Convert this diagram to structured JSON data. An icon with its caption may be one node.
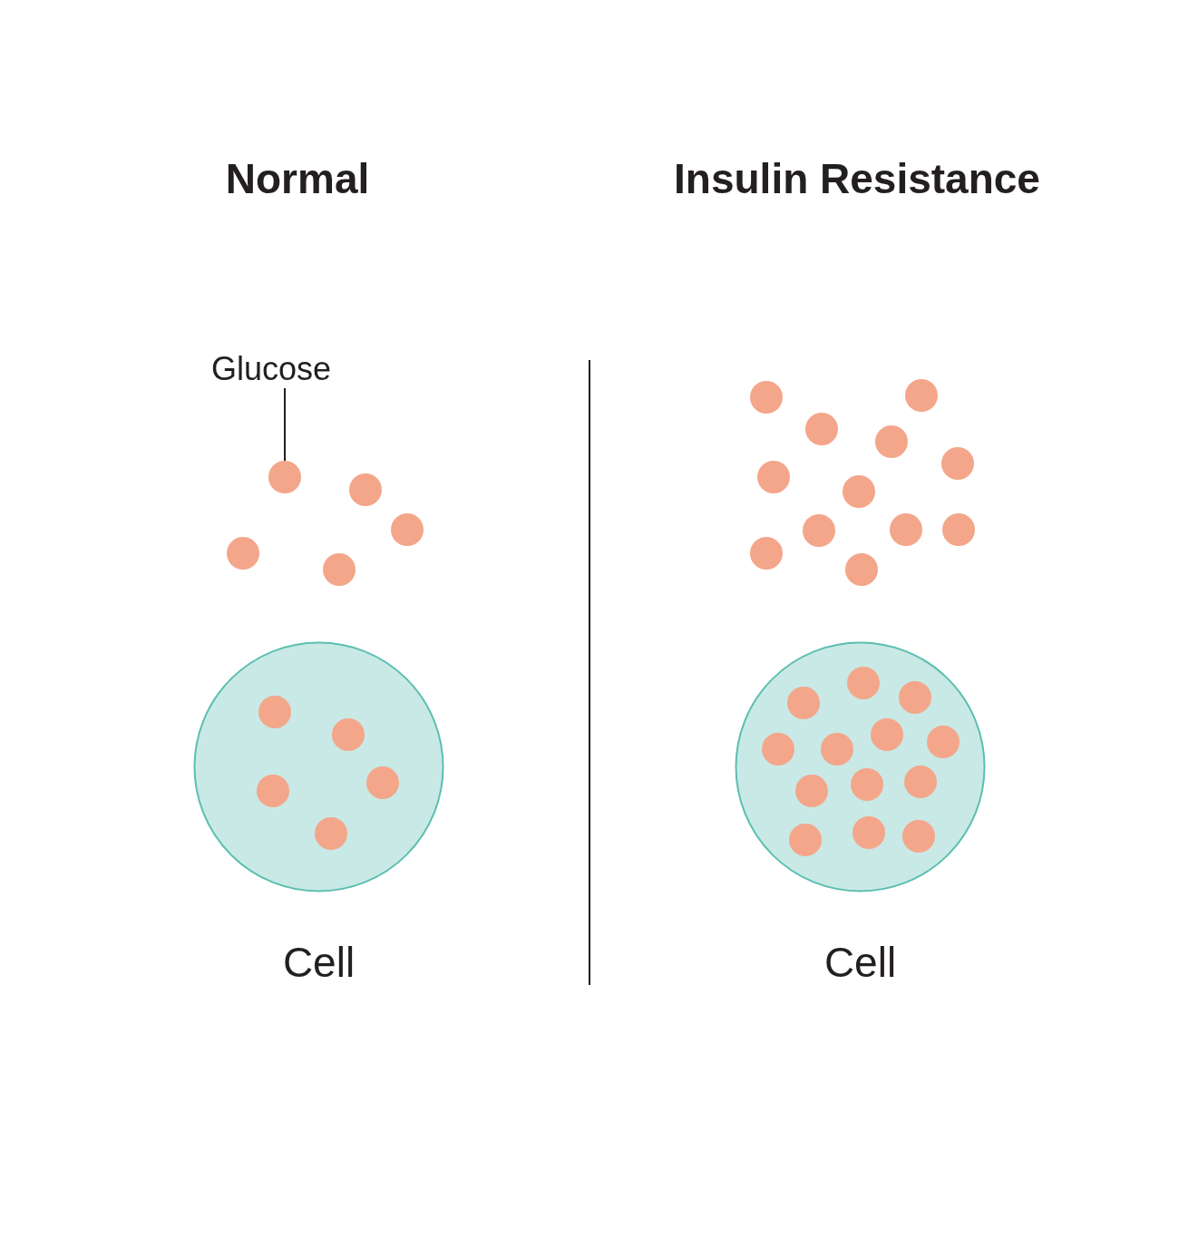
{
  "diagram": {
    "nodes": [
      {
        "text": [
          "Glucose"
        ]
      },
      {
        "text": [],
        "shape": "circle"
      },
      {
        "text": [],
        "shape": "circle"
      },
      {
        "text": [],
        "shape": "circle"
      },
      {
        "text": [],
        "shape": "circle"
      },
      {
        "text": [],
        "shape": "circle"
      },
      {
        "text": [
          "Cell"
        ]
      },
      {
        "text": [],
        "shape": "circle",
        "in": 6
      },
      {
        "text": [],
        "shape": "circle",
        "in": 6
      },
      {
        "text": [],
        "shape": "circle",
        "in": 6
      },
      {
        "text": [],
        "shape": "circle",
        "in": 6
      },
      {
        "text": [],
        "shape": "circle",
        "in": 6
      },
      {
        "text": [],
        "shape": "circle"
      },
      {
        "text": [],
        "shape": "circle"
      },
      {
        "text": [],
        "shape": "circle"
      },
      {
        "text": [],
        "shape": "circle"
      },
      {
        "text": [],
        "shape": "circle"
      },
      {
        "text": [],
        "shape": "circle"
      },
      {
        "text": [],
        "shape": "circle"
      },
      {
        "text": [],
        "shape": "circle"
      },
      {
        "text": [],
        "shape": "circle"
      },
      {
        "text": [],
        "shape": "circle"
      },
      {
        "text": [],
        "shape": "circle"
      },
      {
        "text": [],
        "shape": "circle"
      },
      {
        "text": [
          "Cell"
        ]
      },
      {
        "text": [],
        "shape": "circle",
        "in": 24
      },
      {
        "text": [],
        "shape": "circle",
        "in": 24
      },
      {
        "text": [],
        "shape": "circle",
        "in": 24
      },
      {
        "text": [],
        "shape": "circle",
        "in": 24
      },
      {
        "text": [],
        "shape": "circle",
        "in": 24
      },
      {
        "text": [],
        "shape": "circle",
        "in": 24
      },
      {
        "text": [],
        "shape": "circle",
        "in": 24
      },
      {
        "text": [],
        "shape": "circle",
        "in": 24
      },
      {
        "text": [],
        "shape": "circle",
        "in": 24
      },
      {
        "text": [],
        "shape": "circle",
        "in": 24
      },
      {
        "text": [],
        "shape": "circle",
        "in": 24
      },
      {
        "text": [],
        "shape": "circle",
        "in": 24
      },
      {
        "text": [],
        "shape": "circle",
        "in": 24
      }
    ],
    "edges": [
      {
        "from": 0,
        "to": 1,
        "arrow": "none"
      }
    ],
    "labels": [
      "Normal",
      "Insulin Resistance"
    ]
  }
}
